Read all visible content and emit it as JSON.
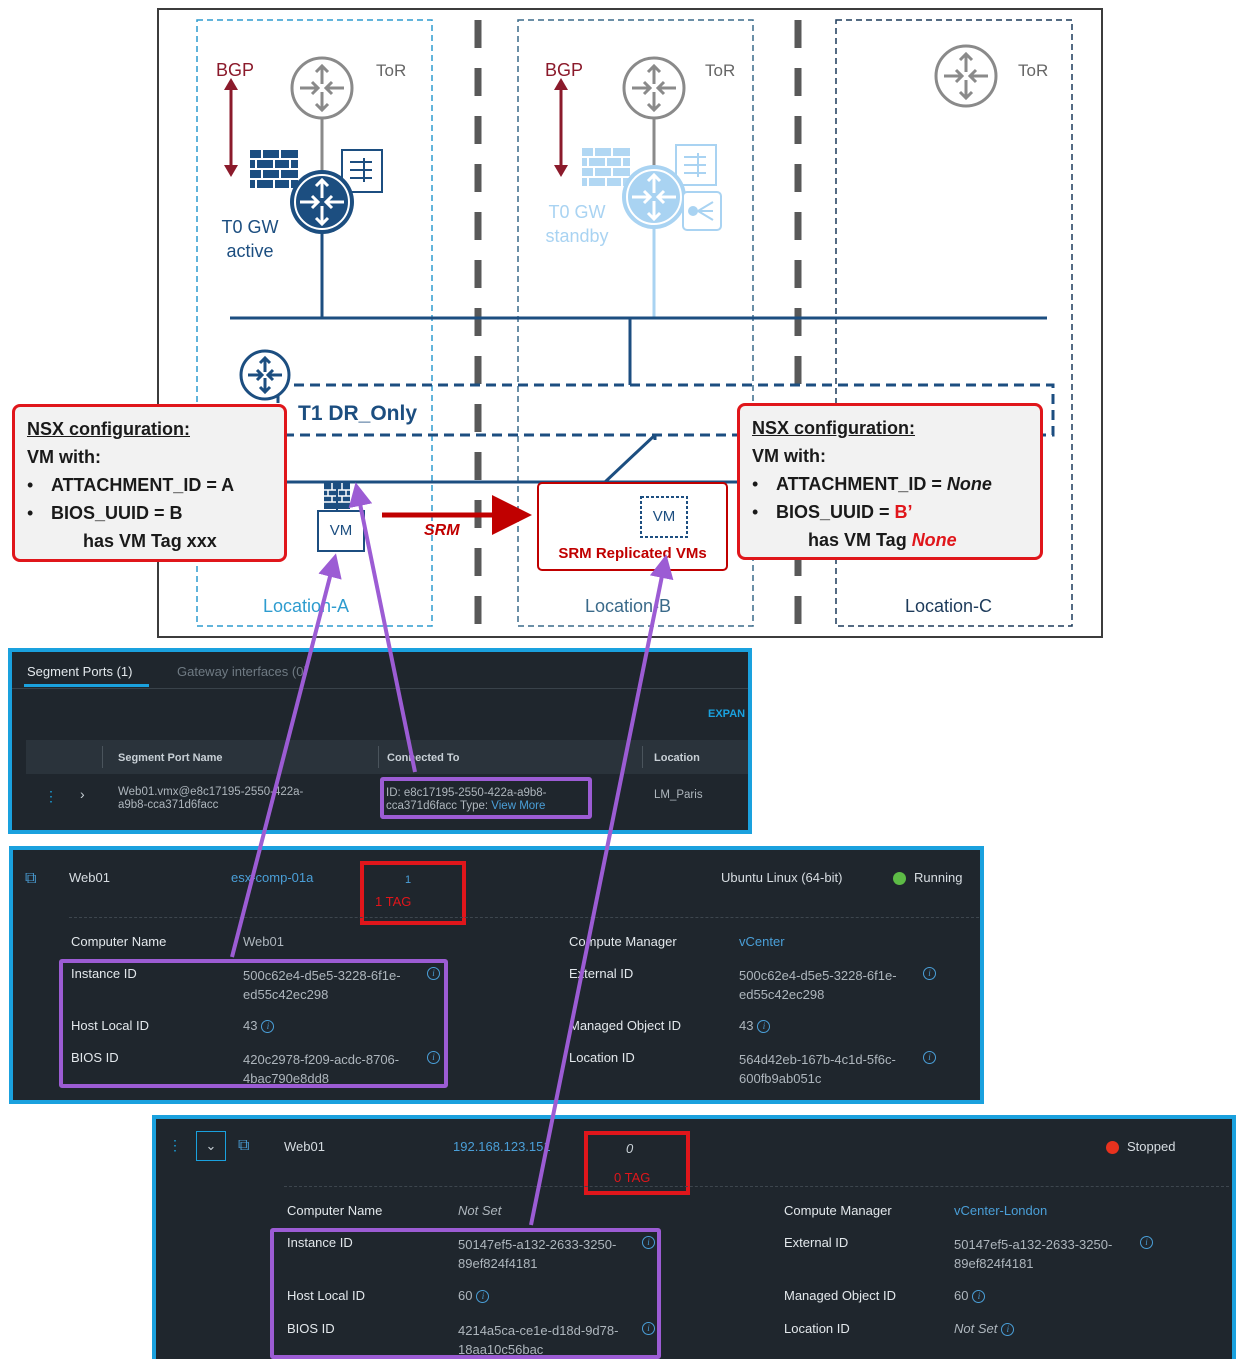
{
  "diagram": {
    "bgp_label": "BGP",
    "tor_label": "ToR",
    "t0_active": [
      "T0 GW",
      "active"
    ],
    "t0_standby": [
      "T0 GW",
      "standby"
    ],
    "t1_label": "T1 DR_Only",
    "vm_label": "VM",
    "srm_label": "SRM",
    "srm_replicated": "SRM Replicated VMs",
    "locations": [
      "Location-A",
      "Location-B",
      "Location-C"
    ],
    "colors": {
      "bgp": "#8b1a2b",
      "nsx_blue": "#1c4e80",
      "standby_blue": "#a9d3f2",
      "location_border": "#2e9ccf",
      "alert_red": "#e0161b",
      "link_purple": "#9c5cd4"
    },
    "nsx_left": {
      "title": "NSX configuration:",
      "vm_with": "VM with:",
      "attachment": "ATTACHMENT_ID = A",
      "bios": "BIOS_UUID = B",
      "tag": "has VM Tag xxx"
    },
    "nsx_right": {
      "title": "NSX configuration:",
      "vm_with": "VM with:",
      "attachment_prefix": "ATTACHMENT_ID = ",
      "attachment_value": "None",
      "bios_prefix": "BIOS_UUID = ",
      "bios_value": "B’",
      "tag_prefix": "has VM Tag ",
      "tag_value": "None"
    }
  },
  "segment_panel": {
    "tabs": [
      "Segment Ports (1)",
      "Gateway interfaces (0)"
    ],
    "expand": "EXPAN",
    "columns": [
      "Segment Port Name",
      "Connected To",
      "Location"
    ],
    "row": {
      "port_name": [
        "Web01.vmx@e8c17195-2550-422a-",
        "a9b8-cca371d6facc"
      ],
      "connected_id": [
        "ID: e8c17195-2550-422a-a9b8-",
        "cca371d6facc Type: "
      ],
      "view_more": "View More",
      "location": "LM_Paris"
    }
  },
  "vm_panel_a": {
    "name": "Web01",
    "host": "esx-comp-01a",
    "tag_count": "1",
    "tag_label": "1 TAG",
    "os": "Ubuntu Linux (64-bit)",
    "status": "Running",
    "status_color": "#5dbb46",
    "left": [
      {
        "label": "Computer Name",
        "value": "Web01"
      },
      {
        "label": "Instance ID",
        "value": [
          "500c62e4-d5e5-3228-6f1e-",
          "ed55c42ec298"
        ]
      },
      {
        "label": "Host Local ID",
        "value": "43"
      },
      {
        "label": "BIOS ID",
        "value": [
          "420c2978-f209-acdc-8706-",
          "4bac790e8dd8"
        ]
      }
    ],
    "right": [
      {
        "label": "Compute Manager",
        "value": "vCenter"
      },
      {
        "label": "External ID",
        "value": [
          "500c62e4-d5e5-3228-6f1e-",
          "ed55c42ec298"
        ]
      },
      {
        "label": "Managed Object ID",
        "value": "43"
      },
      {
        "label": "Location ID",
        "value": [
          "564d42eb-167b-4c1d-5f6c-",
          "600fb9ab051c"
        ]
      }
    ]
  },
  "vm_panel_b": {
    "name": "Web01",
    "ip": "192.168.123.151",
    "tag_count": "0",
    "tag_label": "0 TAG",
    "status": "Stopped",
    "status_color": "#e8321e",
    "left": [
      {
        "label": "Computer Name",
        "value": "Not Set"
      },
      {
        "label": "Instance ID",
        "value": [
          "50147ef5-a132-2633-3250-",
          "89ef824f4181"
        ]
      },
      {
        "label": "Host Local ID",
        "value": "60"
      },
      {
        "label": "BIOS ID",
        "value": [
          "4214a5ca-ce1e-d18d-9d78-",
          "18aa10c56bac"
        ]
      }
    ],
    "right": [
      {
        "label": "Compute Manager",
        "value": "vCenter-London"
      },
      {
        "label": "External ID",
        "value": [
          "50147ef5-a132-2633-3250-",
          "89ef824f4181"
        ]
      },
      {
        "label": "Managed Object ID",
        "value": "60"
      },
      {
        "label": "Location ID",
        "value": "Not Set"
      }
    ]
  }
}
